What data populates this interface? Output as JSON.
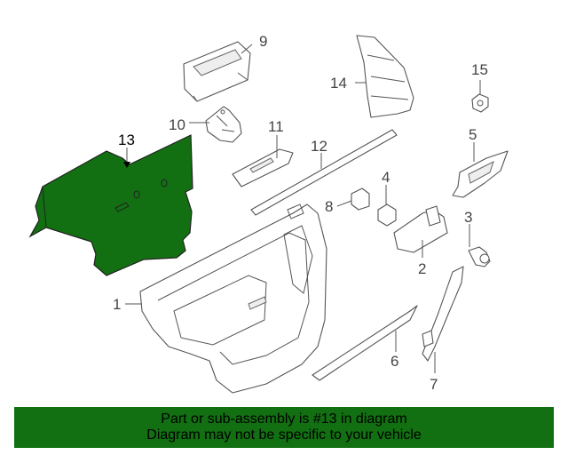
{
  "colors": {
    "highlight": "#127012",
    "banner_bg": "#127012",
    "line": "#555555"
  },
  "callouts": {
    "c1": "1",
    "c2": "2",
    "c3": "3",
    "c4": "4",
    "c5": "5",
    "c6": "6",
    "c7": "7",
    "c8": "8",
    "c9": "9",
    "c10": "10",
    "c11": "11",
    "c12": "12",
    "c13": "13",
    "c14": "14",
    "c15": "15"
  },
  "banner": {
    "line1": "Part or sub-assembly is #13 in diagram",
    "line2": "Diagram may not be specific to your vehicle"
  }
}
